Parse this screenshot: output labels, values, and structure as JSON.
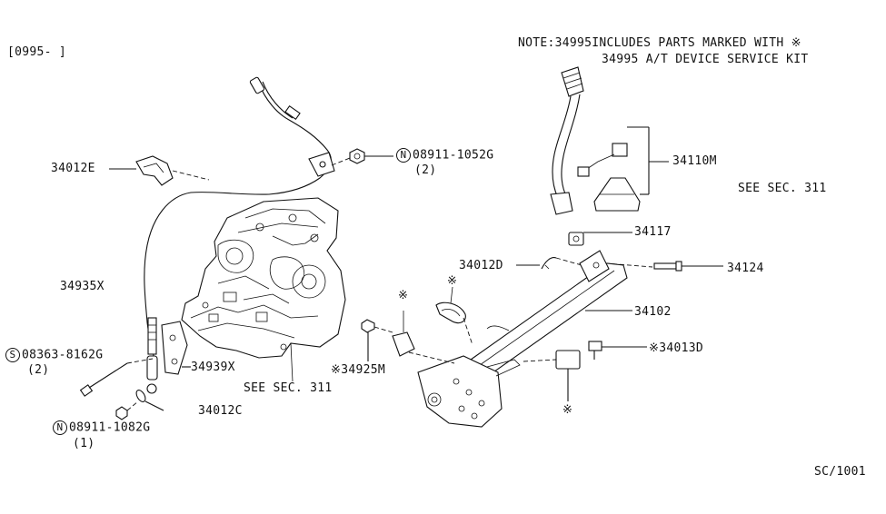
{
  "header": {
    "date_code": "[0995-      ]"
  },
  "note": {
    "line1": "NOTE:34995INCLUDES PARTS MARKED WITH   ※",
    "line2": "34995 A/T DEVICE SERVICE KIT"
  },
  "callouts": {
    "p34012E": "34012E",
    "p08911_1052G": "08911-1052G",
    "p08911_1052G_qty": "(2)",
    "p34110M": "34110M",
    "see_sec_311_right": "SEE SEC. 311",
    "p34117": "34117",
    "p34012D": "34012D",
    "p34124": "34124",
    "p34935X": "34935X",
    "p34102": "34102",
    "p08363_8162G": "08363-8162G",
    "p08363_8162G_qty": "(2)",
    "p34939X": "34939X",
    "p34925M": "※34925M",
    "p34013D": "※34013D",
    "see_sec_311_bottom": "SEE SEC. 311",
    "p34012C": "34012C",
    "p08911_1082G": "08911-1082G",
    "p08911_1082G_qty": "(1)",
    "diagram_code": "SC/1001"
  },
  "symbols": {
    "n_marker": "N",
    "s_marker": "S",
    "kit_mark": "※"
  }
}
